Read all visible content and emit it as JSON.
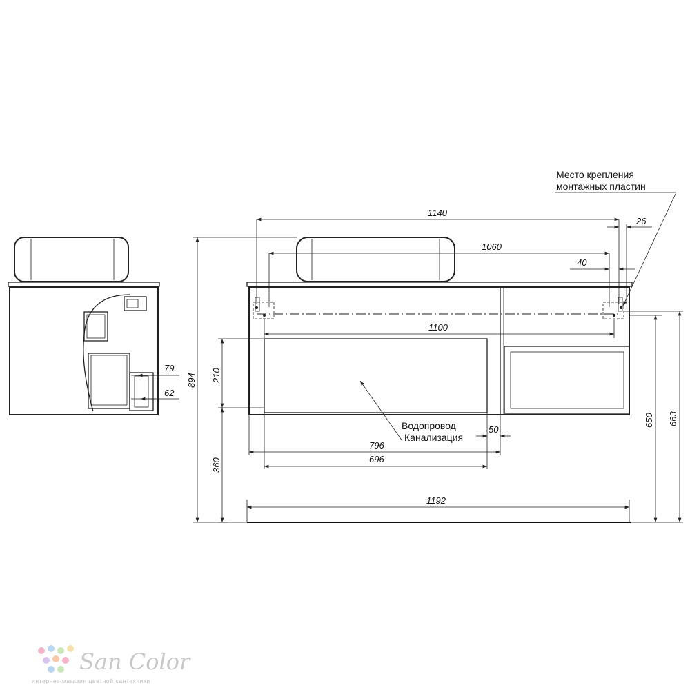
{
  "dimensions": {
    "d1140": "1140",
    "d26": "26",
    "d1060": "1060",
    "d40": "40",
    "d1100": "1100",
    "d210": "210",
    "d894": "894",
    "d360": "360",
    "d796": "796",
    "d696": "696",
    "d50": "50",
    "d1192": "1192",
    "d650": "650",
    "d663": "663",
    "d79": "79",
    "d62": "62"
  },
  "notes": {
    "mount_line1": "Место крепления",
    "mount_line2": "монтажных пластин",
    "plumbing_line1": "Водопровод",
    "plumbing_line2": "Канализация"
  },
  "logo": {
    "name": "San Color",
    "tagline": "интернет-магазин цветной сантехники",
    "dot_colors": [
      "#f4b6c8",
      "#b8d7f2",
      "#c9e6b8",
      "#f6e2a8",
      "#d8c4ee",
      "#f8c9a6"
    ]
  }
}
